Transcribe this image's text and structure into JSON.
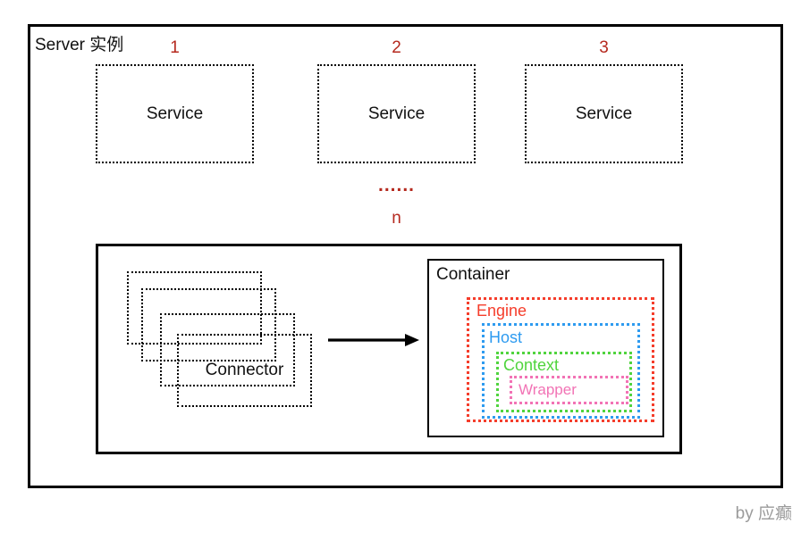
{
  "diagram": {
    "server_label": "Server 实例",
    "services": [
      {
        "index": "1",
        "label": "Service"
      },
      {
        "index": "2",
        "label": "Service"
      },
      {
        "index": "3",
        "label": "Service"
      }
    ],
    "ellipsis": "......",
    "n_label": "n",
    "connector": {
      "label": "Connector",
      "stack_count": 4
    },
    "container": {
      "label": "Container",
      "layers": [
        {
          "label": "Engine",
          "color": "#f53d2b"
        },
        {
          "label": "Host",
          "color": "#2e9bf0"
        },
        {
          "label": "Context",
          "color": "#50d43e"
        },
        {
          "label": "Wrapper",
          "color": "#f273b5"
        }
      ]
    },
    "colors": {
      "accent_red": "#b5291e",
      "line_black": "#000000"
    }
  },
  "watermark": "by 应癫"
}
